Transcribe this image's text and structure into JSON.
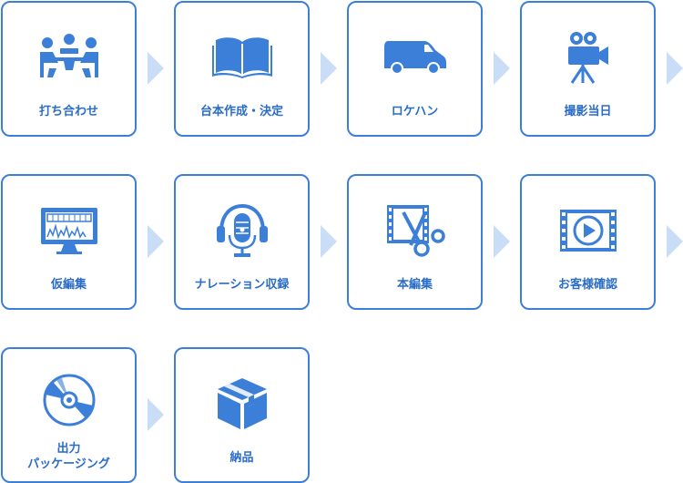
{
  "colors": {
    "accent": "#3c7fd9",
    "arrow": "#c9ddf7"
  },
  "steps": [
    {
      "label": "打ち合わせ",
      "icon": "meeting-icon"
    },
    {
      "label": "台本作成・決定",
      "icon": "book-icon"
    },
    {
      "label": "ロケハン",
      "icon": "van-icon"
    },
    {
      "label": "撮影当日",
      "icon": "camera-icon"
    },
    {
      "label": "仮編集",
      "icon": "monitor-edit-icon"
    },
    {
      "label": "ナレーション収録",
      "icon": "microphone-icon"
    },
    {
      "label": "本編集",
      "icon": "film-scissors-icon"
    },
    {
      "label": "お客様確認",
      "icon": "video-play-icon"
    },
    {
      "label_lines": [
        "出力",
        "パッケージング"
      ],
      "icon": "disc-icon"
    },
    {
      "label": "納品",
      "icon": "box-icon"
    }
  ]
}
